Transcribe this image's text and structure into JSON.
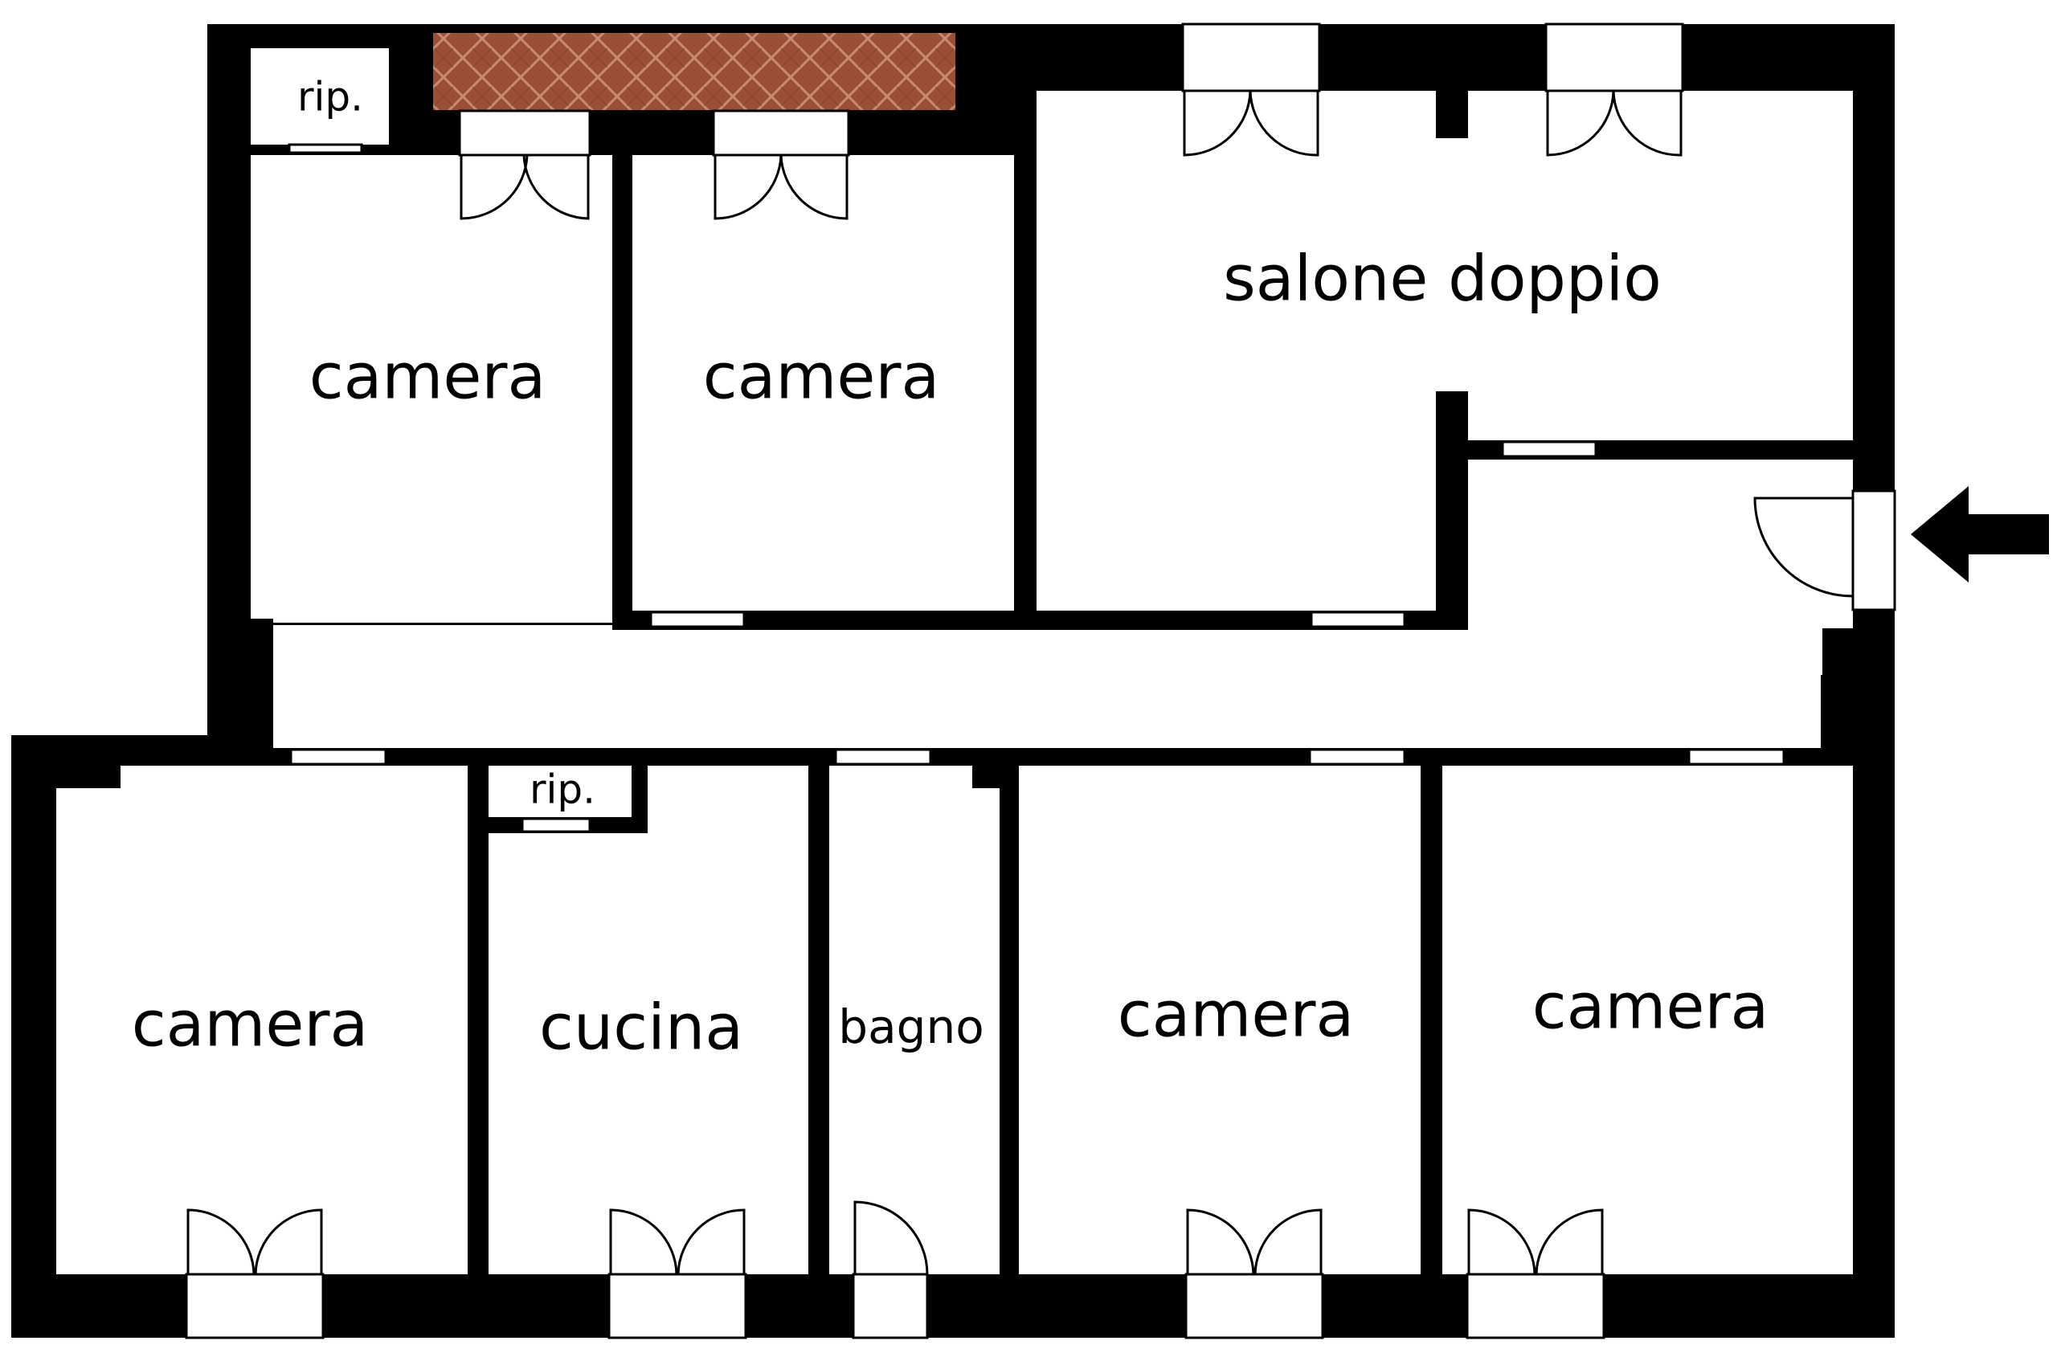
{
  "rooms": {
    "closet_top": "rip.",
    "bedroom_top_left": "camera",
    "bedroom_top_center": "camera",
    "double_living_room": "salone doppio",
    "bedroom_bottom_left": "camera",
    "closet_kitchen": "rip.",
    "kitchen": "cucina",
    "bathroom": "bagno",
    "bedroom_bottom_center": "camera",
    "bedroom_bottom_right": "camera"
  },
  "entrance_marker": "arrow-left-icon",
  "colors": {
    "wall": "#000000",
    "floor": "#ffffff",
    "terrace_tiles": "#9b4f35",
    "terrace_tile_lines": "#c98c70"
  }
}
